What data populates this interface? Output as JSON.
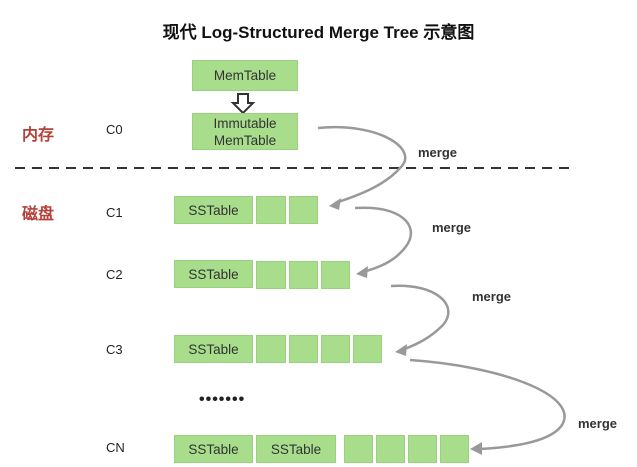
{
  "title": "现代 Log-Structured Merge Tree 示意图",
  "sections": {
    "memory": "内存",
    "disk": "磁盘"
  },
  "levels": {
    "c0": "C0",
    "c1": "C1",
    "c2": "C2",
    "c3": "C3",
    "cn": "CN"
  },
  "memtable": "MemTable",
  "immutable": {
    "line1": "Immutable",
    "line2": "MemTable"
  },
  "sstable": "SSTable",
  "merge_label": "merge",
  "ellipsis": "•••••••",
  "colors": {
    "box_fill": "#a8dd8c",
    "arrow": "#999999",
    "section_label": "#b5413a"
  },
  "icons": {
    "memtable_to_immutable": "hollow-down-arrow-icon"
  }
}
